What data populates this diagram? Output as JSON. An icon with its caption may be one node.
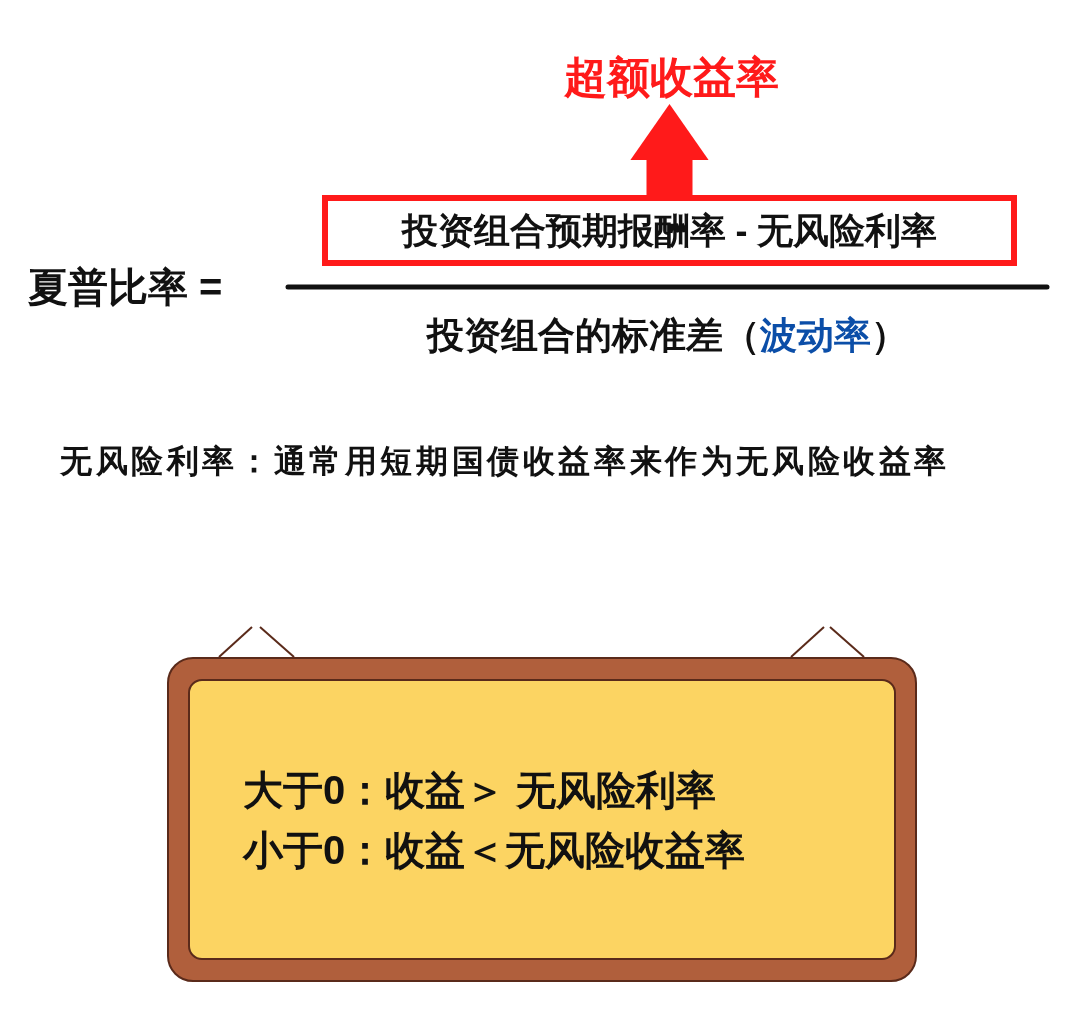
{
  "diagram": {
    "nodes": [
      {
        "text": [
          "超额收益率"
        ]
      },
      {
        "text": [
          "投资组合预期报酬率 - 无风险利率"
        ]
      },
      {
        "text": [
          "大于0：收益＞ 无风险利率",
          "小于0：收益＜无风险收益率"
        ]
      }
    ],
    "edges": [
      {
        "from": 1,
        "to": 0,
        "arrow": "to",
        "color": "#ff1a1a"
      }
    ],
    "labels": [
      "夏普比率 =",
      "投资组合的标准差（*波动率*）",
      "无风险利率：通常用短期国债收益率来作为无风险收益率"
    ]
  }
}
